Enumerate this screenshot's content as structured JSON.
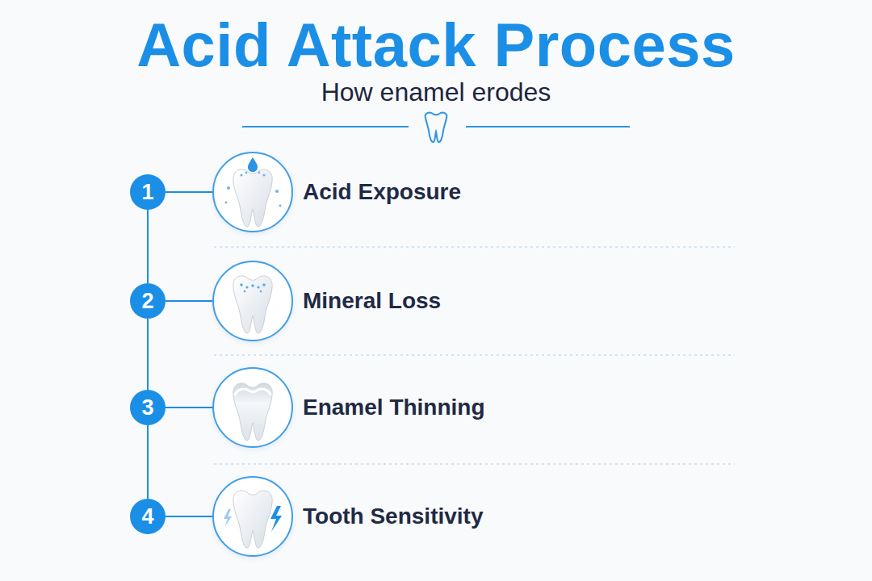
{
  "diagram": {
    "title": "Acid Attack Process",
    "nodes": [
      {
        "text": [
          "1"
        ]
      },
      {
        "text": [
          "Acid Exposure"
        ]
      },
      {
        "text": [
          "2"
        ]
      },
      {
        "text": [
          "Mineral Loss"
        ]
      },
      {
        "text": [
          "3"
        ]
      },
      {
        "text": [
          "Enamel Thinning"
        ]
      },
      {
        "text": [
          "4"
        ]
      },
      {
        "text": [
          "Tooth Sensitivity"
        ]
      }
    ],
    "edges": [
      {
        "from": 0,
        "to": 1,
        "arrow": "none"
      },
      {
        "from": 2,
        "to": 3,
        "arrow": "none"
      },
      {
        "from": 4,
        "to": 5,
        "arrow": "none"
      },
      {
        "from": 6,
        "to": 7,
        "arrow": "none"
      },
      {
        "from": 0,
        "to": 2,
        "arrow": "none"
      },
      {
        "from": 2,
        "to": 4,
        "arrow": "none"
      },
      {
        "from": 4,
        "to": 6,
        "arrow": "none"
      }
    ],
    "labels": [
      "How enamel erodes"
    ]
  }
}
